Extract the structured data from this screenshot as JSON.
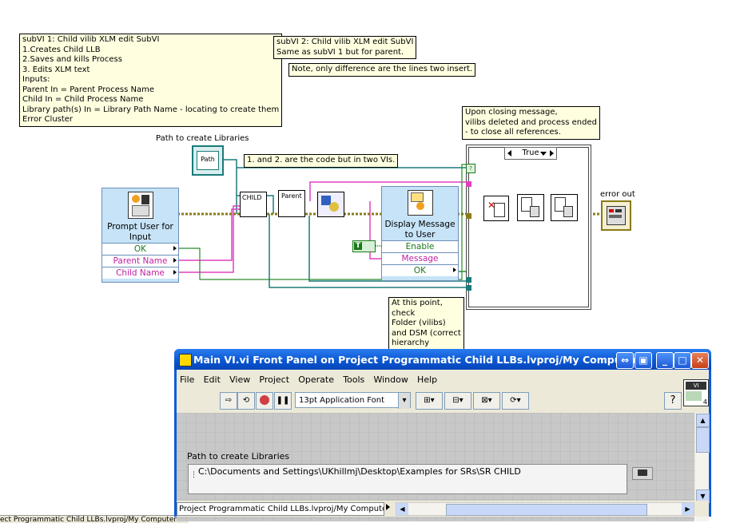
{
  "notes": {
    "subvi1": "subVI 1: Child vilib XLM edit SubVI\n1.Creates Child LLB\n2.Saves and kills Process\n3. Edits XLM text\nInputs:\nParent In = Parent Process Name\nChild In = Child Process Name\nLibrary path(s) In = Library Path Name - locating to create them\nError Cluster",
    "subvi2": "subVI 2: Child vilib XLM edit SubVI\nSame as subVI 1 but for parent.",
    "difference": "Note, only difference are the lines two insert.",
    "same_code": "1. and 2. are the code but in two VIs.",
    "closing": "Upon closing message,\nvilibs deleted and process ended\n- to close all references.",
    "check": "At this point,\ncheck\nFolder (vilibs)\nand DSM (correct\nhierarchy"
  },
  "diagram": {
    "path_label": "Path to create Libraries",
    "path_terminal_text": "Path",
    "prompt_title": "Prompt User for Input",
    "prompt_outputs": [
      "OK",
      "Parent Name",
      "Child Name"
    ],
    "child_node": "CHILD",
    "parent_node": "Parent",
    "display_title": "Display Message to User",
    "display_inputs": [
      "Enable",
      "Message",
      "OK"
    ],
    "bool_constant": "T",
    "case_selector": "True",
    "error_out_label": "error out"
  },
  "window": {
    "title": "Main VI.vi Front Panel on Project Programmatic Child LLBs.lvproj/My Computer *",
    "menu": [
      "File",
      "Edit",
      "View",
      "Project",
      "Operate",
      "Tools",
      "Window",
      "Help"
    ],
    "font_select": "13pt Application Font",
    "path_control_label": "Path to create Libraries",
    "path_value": "C:\\Documents and Settings\\UKhillmj\\Desktop\\Examples for SRs\\SR CHILD",
    "status_context": "Project Programmatic Child LLBs.lvproj/My Computer",
    "help_glyph": "?",
    "connector_number": "4"
  },
  "background_status": "ect Programmatic Child LLBs.lvproj/My Computer"
}
